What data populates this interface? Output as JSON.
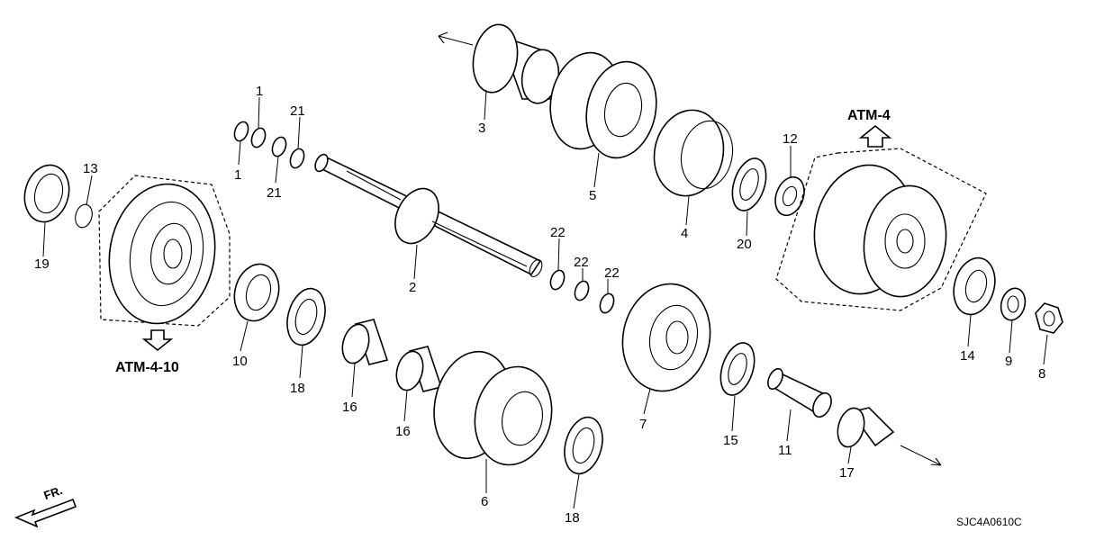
{
  "diagram": {
    "code": "SJC4A0610C",
    "direction_label": "FR.",
    "references": {
      "upper": "ATM-4",
      "lower": "ATM-4-10"
    },
    "callouts": {
      "c1a": "1",
      "c1b": "1",
      "c21a": "21",
      "c21b": "21",
      "c13": "13",
      "c19": "19",
      "c2": "2",
      "c3": "3",
      "c5": "5",
      "c4": "4",
      "c20": "20",
      "c12": "12",
      "c22a": "22",
      "c22b": "22",
      "c22c": "22",
      "c10": "10",
      "c18a": "18",
      "c16a": "16",
      "c16b": "16",
      "c6": "6",
      "c18b": "18",
      "c7": "7",
      "c15": "15",
      "c11": "11",
      "c17": "17",
      "c14": "14",
      "c9": "9",
      "c8": "8"
    }
  }
}
